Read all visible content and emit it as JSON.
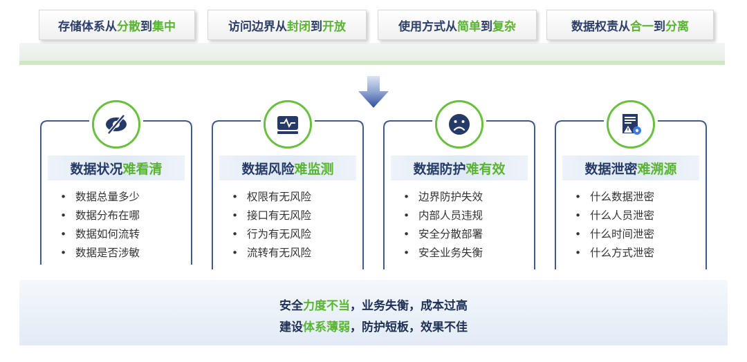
{
  "trends": [
    {
      "pre": "存储体系从",
      "a": "分散",
      "mid": "到",
      "b": "集中"
    },
    {
      "pre": "访问边界从",
      "a": "封闭",
      "mid": "到",
      "b": "开放"
    },
    {
      "pre": "使用方式从",
      "a": "简单",
      "mid": "到",
      "b": "复杂"
    },
    {
      "pre": "数据权责从",
      "a": "合一",
      "mid": "到",
      "b": "分离"
    }
  ],
  "cards": [
    {
      "icon": "eye-slash-icon",
      "title_pre": "数据状况",
      "title_hl": "难看清",
      "items": [
        "数据总量多少",
        "数据分布在哪",
        "数据如何流转",
        "数据是否涉敏"
      ]
    },
    {
      "icon": "monitor-pulse-icon",
      "title_pre": "数据风险",
      "title_hl": "难监测",
      "items": [
        "权限有无风险",
        "接口有无风险",
        "行为有无风险",
        "流转有无风险"
      ]
    },
    {
      "icon": "sad-face-icon",
      "title_pre": "数据防护",
      "title_hl": "难有效",
      "items": [
        "边界防护失效",
        "内部人员违规",
        "安全分散部署",
        "安全业务失衡"
      ]
    },
    {
      "icon": "document-alert-icon",
      "title_pre": "数据泄密",
      "title_hl": "难溯源",
      "items": [
        "什么数据泄密",
        "什么人员泄密",
        "什么时间泄密",
        "什么方式泄密"
      ]
    }
  ],
  "bullet": "•",
  "conclusion": {
    "line1": {
      "pre": "安全",
      "hl": "力度不当",
      "post": "，业务失衡，成本过高"
    },
    "line2": {
      "pre": "建设",
      "hl": "体系薄弱",
      "post": "，防护短板，效果不佳"
    }
  },
  "colors": {
    "accent_green": "#58b531",
    "navy": "#253a66",
    "frame_blue": "#3d5b8f",
    "arrow_blue": "#3a5aa8"
  }
}
